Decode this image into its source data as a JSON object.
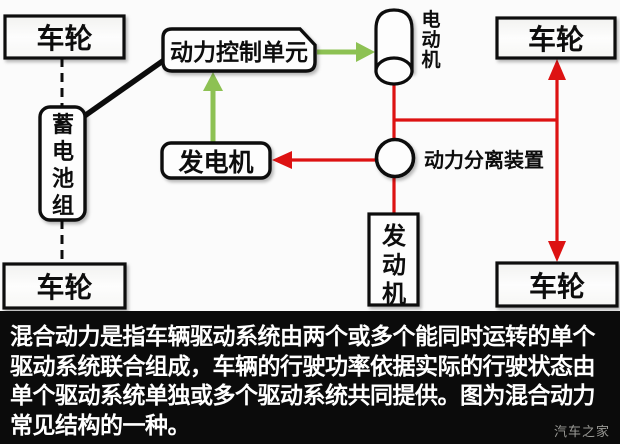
{
  "diagram": {
    "nodes": {
      "wheel_top_left": "车轮",
      "wheel_top_right": "车轮",
      "wheel_bottom_left": "车轮",
      "wheel_bottom_right": "车轮",
      "power_control_unit": "动力控制单元",
      "motor": "电动机",
      "battery_pack": "蓄电池组",
      "generator": "发电机",
      "power_split_device": "动力分离装置",
      "engine": "发动机"
    },
    "colors": {
      "electric_flow_green": "#8dc153",
      "mechanical_flow_red": "#dd1212",
      "outline_black": "#0c0c0c"
    }
  },
  "caption": {
    "lines": [
      "混合动力是指车辆驱动系统由两个或多个能同时运转的单个",
      "驱动系统联合组成，车辆的行驶功率依据实际的行驶状态由",
      "单个驱动系统单独或多个驱动系统共同提供。图为混合动力",
      "常见结构的一种。"
    ]
  },
  "watermark": "汽车之家"
}
